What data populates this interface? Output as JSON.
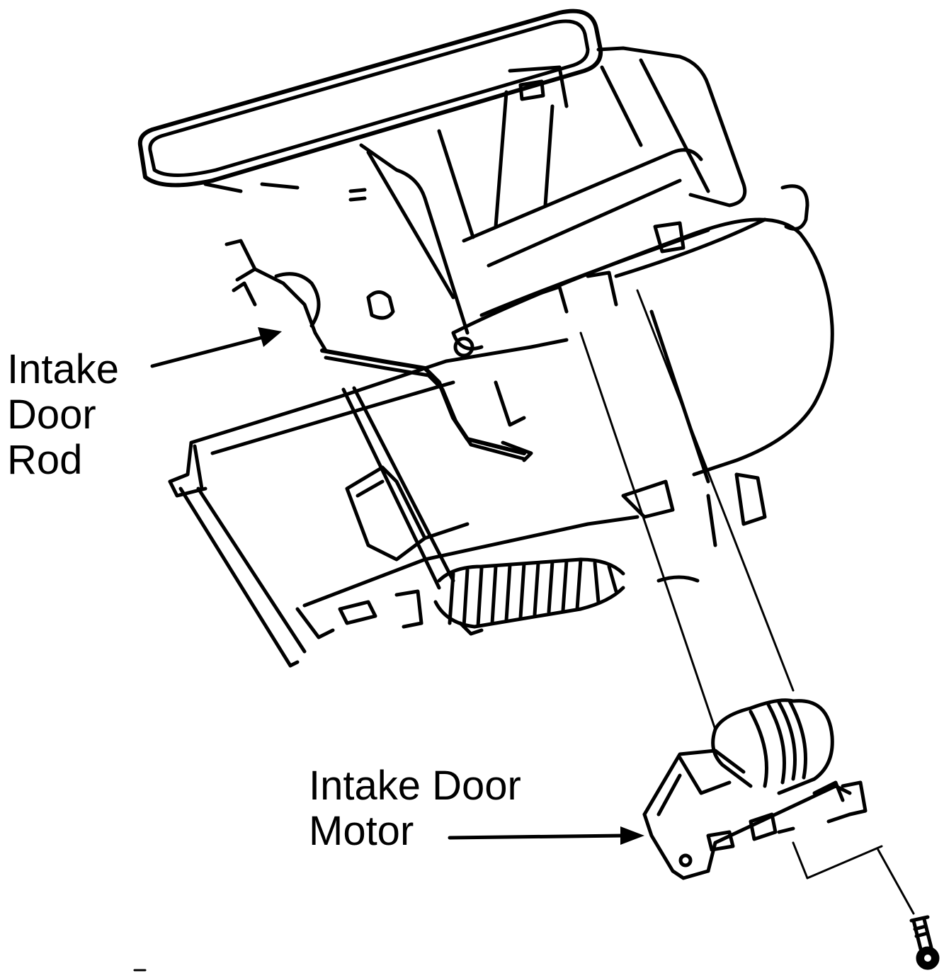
{
  "labels": {
    "intake_door_rod": {
      "line1": "Intake",
      "line2": "Door",
      "line3": "Rod"
    },
    "intake_door_motor": {
      "line1": "Intake Door",
      "line2": "Motor"
    }
  },
  "colors": {
    "ink": "#000000",
    "paper": "#ffffff"
  }
}
